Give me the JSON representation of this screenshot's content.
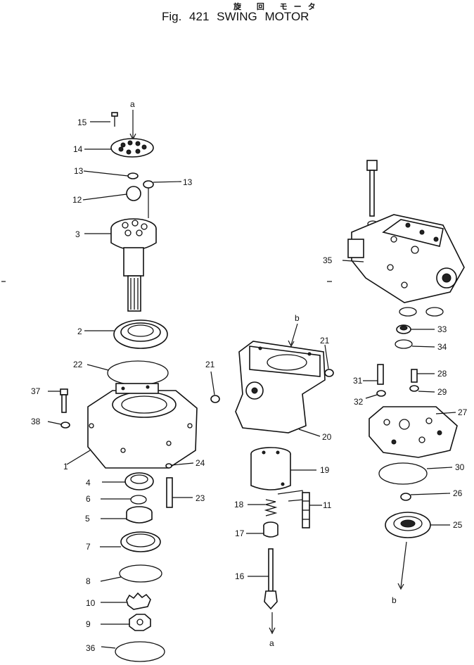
{
  "header": {
    "japanese_title": "旋 回 モータ",
    "figure_title": "Fig. 421  SWING  MOTOR"
  },
  "callouts": [
    "15",
    "14",
    "13",
    "13",
    "12",
    "3",
    "2",
    "22",
    "37",
    "38",
    "1",
    "24",
    "4",
    "23",
    "6",
    "5",
    "7",
    "8",
    "10",
    "9",
    "36",
    "b",
    "a",
    "21",
    "21",
    "20",
    "19",
    "18",
    "11",
    "17",
    "16",
    "a",
    "35",
    "33",
    "34",
    "31",
    "28",
    "32",
    "29",
    "27",
    "30",
    "26",
    "25",
    "b"
  ],
  "flow_labels": {
    "a_top": "a",
    "a_bottom": "a",
    "b_top": "b",
    "b_bottom": "b"
  }
}
